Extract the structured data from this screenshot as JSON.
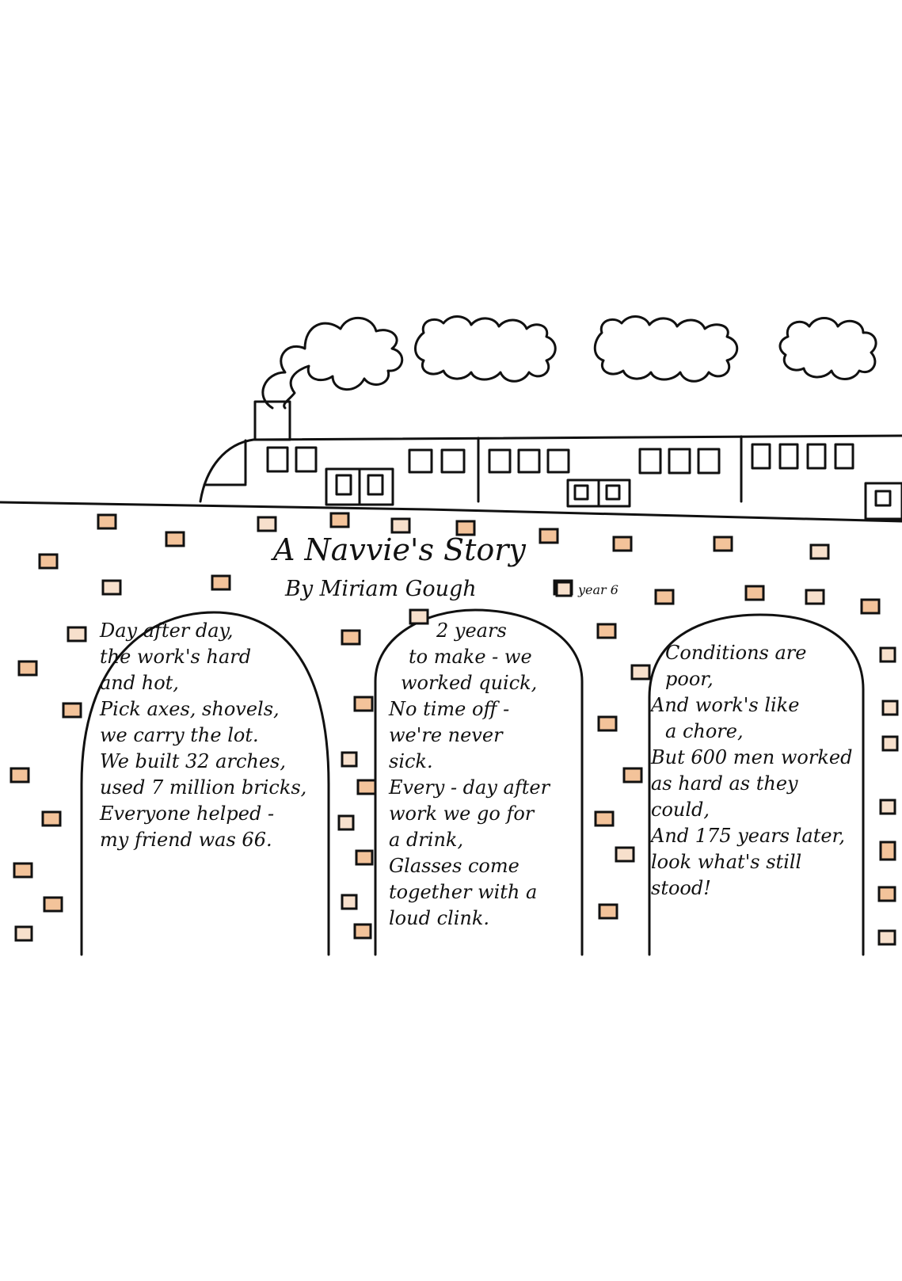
{
  "title": "A Navvie's Story",
  "byline": "By Miriam Gough",
  "year_tag": "year 6",
  "stanzas": [
    {
      "lines": [
        "Day after day,",
        "the work's hard",
        "and hot,",
        "Pick axes, shovels,",
        "we carry the lot.",
        "We built 32 arches,",
        "used 7 million bricks,",
        "Everyone helped -",
        "my friend was 66."
      ]
    },
    {
      "lines": [
        "2 years",
        "to make - we",
        "worked quick,",
        "No time off -",
        "we're never",
        "sick.",
        "Every - day after",
        "work we go for",
        "a drink,",
        "Glasses come",
        "together with a",
        "loud clink."
      ]
    },
    {
      "lines": [
        "Conditions are",
        "poor,",
        "And work's like",
        "a chore,",
        "But 600 men worked",
        "as hard as they",
        "could,",
        "And 175 years later,",
        "look what's still",
        "stood!"
      ]
    }
  ],
  "colors": {
    "ink": "#111111",
    "brick_fill": "#f3c39a",
    "brick_light": "#f7e0cc"
  }
}
